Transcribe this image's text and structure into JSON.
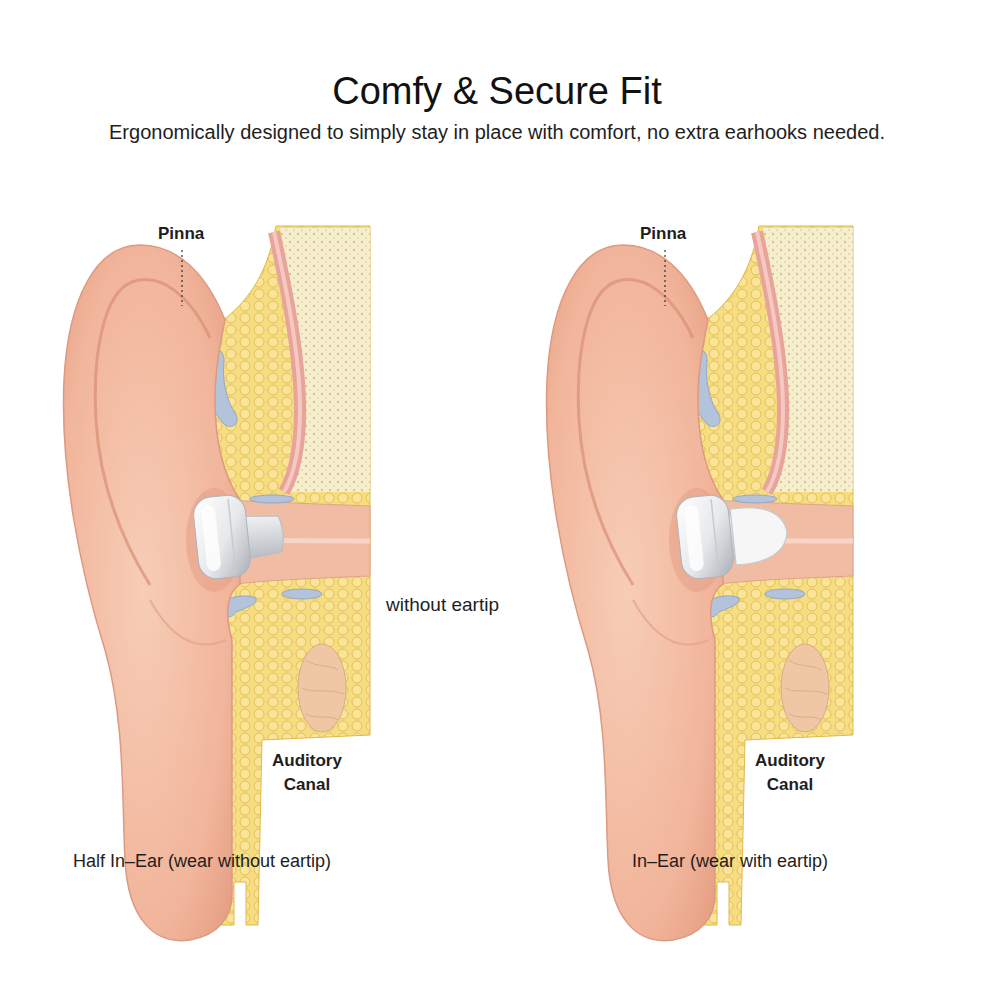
{
  "diagram": {
    "title": "Comfy & Secure Fit",
    "labels": [
      "Ergonomically designed to simply stay in place with comfort, no extra earhooks needed.",
      "Pinna",
      "Pinna",
      "without eartip",
      "Auditory Canal",
      "Auditory Canal",
      "Half In–Ear (wear without eartip)",
      "In–Ear (wear with eartip)"
    ]
  }
}
